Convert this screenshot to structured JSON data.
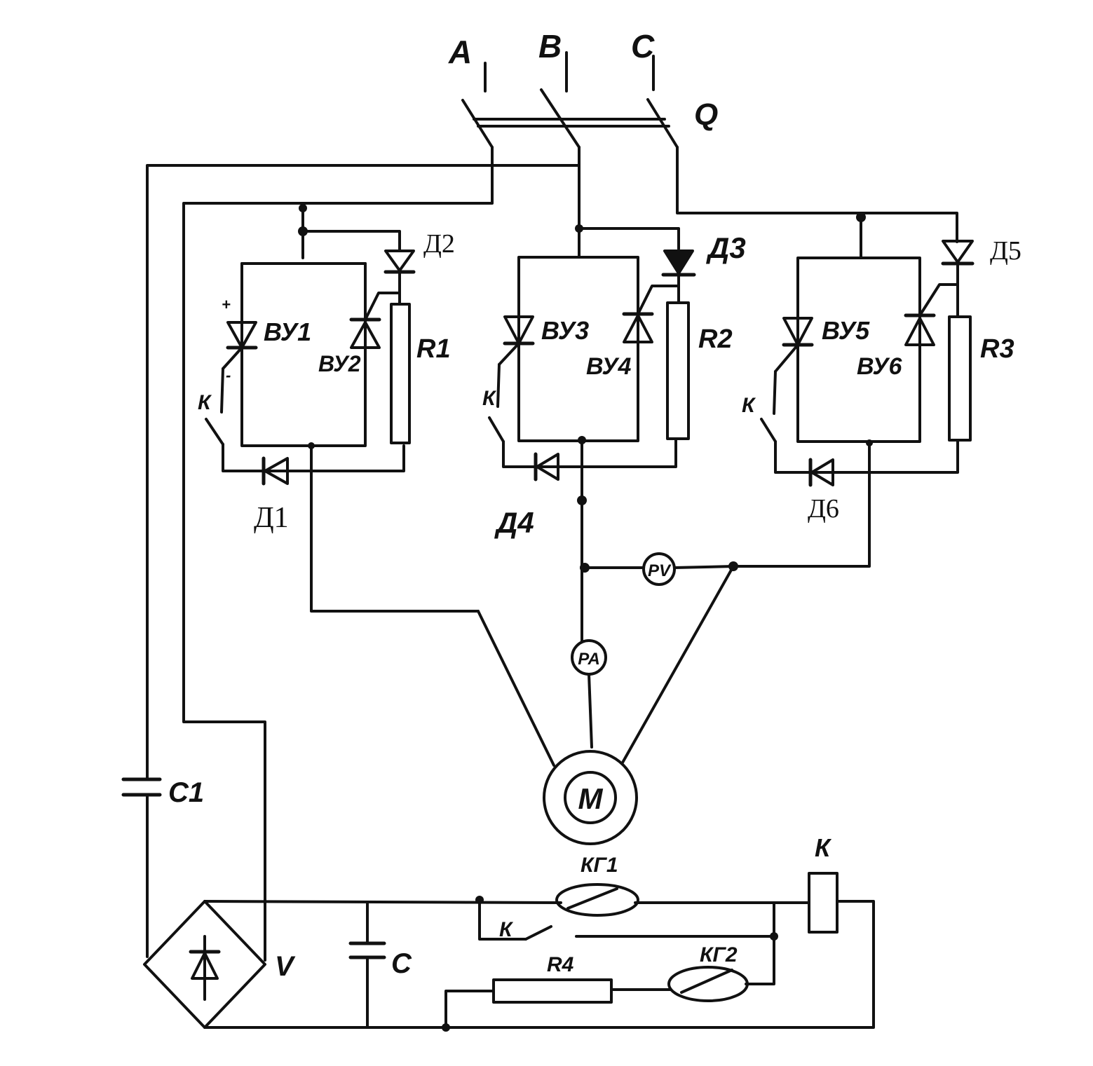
{
  "phases": {
    "a": "A",
    "b": "B",
    "c": "C"
  },
  "switch_q": "Q",
  "thyristors": {
    "vu1": "ВУ1",
    "vu2": "ВУ2",
    "vu3": "ВУ3",
    "vu4": "ВУ4",
    "vu5": "ВУ5",
    "vu6": "ВУ6"
  },
  "resistors": {
    "r1": "R1",
    "r2": "R2",
    "r3": "R3",
    "r4": "R4"
  },
  "diodes": {
    "d1": "Д1",
    "d2": "Д2",
    "d3": "Д3",
    "d4": "Д4",
    "d5": "Д5",
    "d6": "Д6"
  },
  "contact_k": "К",
  "polarity": {
    "plus": "+",
    "minus": "-"
  },
  "meters": {
    "voltmeter": "PV",
    "ammeter": "PA"
  },
  "motor": "М",
  "capacitors": {
    "c1": "С1",
    "c": "С"
  },
  "bridge": "V",
  "reed_switches": {
    "kg1": "КГ1",
    "kg2": "КГ2"
  },
  "relay_coil": "К",
  "relay_contact": "К"
}
